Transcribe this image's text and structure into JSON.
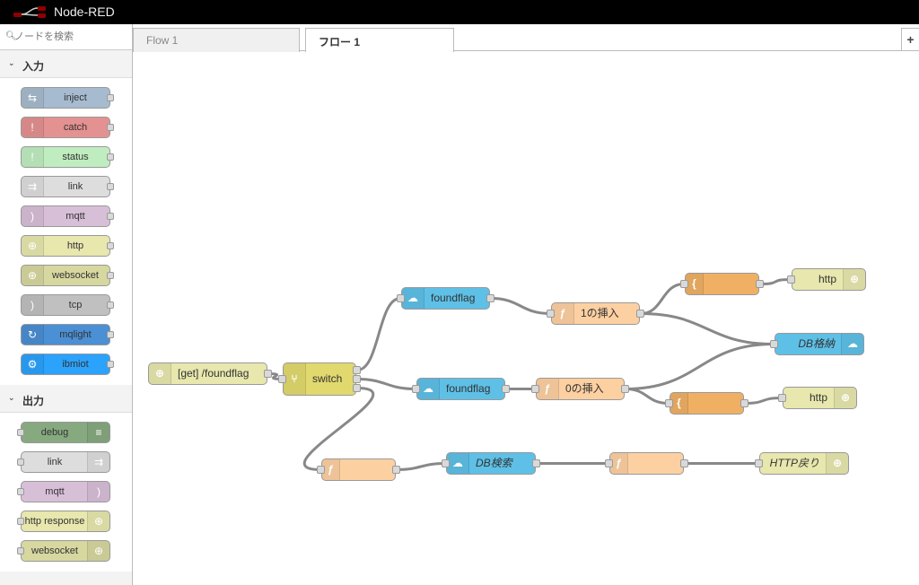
{
  "header": {
    "title": "Node-RED"
  },
  "palette": {
    "search_placeholder": "ノードを検索",
    "categories": [
      {
        "label": "入力",
        "nodes": [
          {
            "label": "inject",
            "color": "#a6bbcf",
            "icon": "inject-icon",
            "glyph": "⇆"
          },
          {
            "label": "catch",
            "color": "#e49191",
            "icon": "alert-icon",
            "glyph": "!"
          },
          {
            "label": "status",
            "color": "#c0edc0",
            "icon": "alert-icon",
            "glyph": "!"
          },
          {
            "label": "link",
            "color": "#dddddd",
            "icon": "link-icon",
            "glyph": "⇉"
          },
          {
            "label": "mqtt",
            "color": "#d8bfd8",
            "icon": "bridge-icon",
            "glyph": ")"
          },
          {
            "label": "http",
            "color": "#e7e7ae",
            "icon": "white-globe-icon",
            "glyph": "⊕"
          },
          {
            "label": "websocket",
            "color": "#d7d7a0",
            "icon": "white-globe-icon",
            "glyph": "⊕"
          },
          {
            "label": "tcp",
            "color": "#c0c0c0",
            "icon": "bridge-icon",
            "glyph": ")"
          },
          {
            "label": "mqlight",
            "color": "#4b8fd4",
            "icon": "mqlight-icon",
            "glyph": "↻"
          },
          {
            "label": "ibmiot",
            "color": "#2ba2fc",
            "icon": "ibmiot-icon",
            "glyph": "⚙"
          }
        ]
      },
      {
        "label": "出力",
        "nodes": [
          {
            "label": "debug",
            "color": "#87a980",
            "icon": "debug-icon",
            "glyph": "≡"
          },
          {
            "label": "link",
            "color": "#dddddd",
            "icon": "link-icon",
            "glyph": "⇉"
          },
          {
            "label": "mqtt",
            "color": "#d8bfd8",
            "icon": "bridge-icon",
            "glyph": ")"
          },
          {
            "label": "http response",
            "color": "#e7e7ae",
            "icon": "white-globe-icon",
            "glyph": "⊕"
          },
          {
            "label": "websocket",
            "color": "#d7d7a0",
            "icon": "white-globe-icon",
            "glyph": "⊕"
          }
        ]
      }
    ]
  },
  "tabs": [
    {
      "label": "Flow 1",
      "active": false
    },
    {
      "label": "フロー 1",
      "active": true
    }
  ],
  "tab_add_label": "+",
  "flow": {
    "nodes": [
      {
        "id": "n_http_in",
        "label": "[get] /foundflag",
        "color": "#e7e7ae",
        "icon": "white-globe-icon",
        "glyph": "⊕",
        "italic": false
      },
      {
        "id": "n_switch",
        "label": "switch",
        "color": "#e2d96e",
        "icon": "switch-icon",
        "glyph": "⑂",
        "italic": false
      },
      {
        "id": "n_found1",
        "label": "foundflag",
        "color": "#5ec0e6",
        "icon": "cloudant-icon",
        "glyph": "☁",
        "italic": false
      },
      {
        "id": "n_ins1",
        "label": "1の挿入",
        "color": "#fdd0a2",
        "icon": "function-icon",
        "glyph": "ƒ",
        "italic": false
      },
      {
        "id": "n_tmpl1",
        "label": "",
        "color": "#f0b064",
        "icon": "template-icon",
        "glyph": "{",
        "italic": false
      },
      {
        "id": "n_resp1",
        "label": "http",
        "color": "#e7e7ae",
        "icon": "white-globe-icon",
        "glyph": "⊕",
        "italic": false
      },
      {
        "id": "n_db_store",
        "label": "DB格納",
        "color": "#5ec0e6",
        "icon": "cloudant-icon",
        "glyph": "☁",
        "italic": true
      },
      {
        "id": "n_found2",
        "label": "foundflag",
        "color": "#5ec0e6",
        "icon": "cloudant-icon",
        "glyph": "☁",
        "italic": false
      },
      {
        "id": "n_ins0",
        "label": "0の挿入",
        "color": "#fdd0a2",
        "icon": "function-icon",
        "glyph": "ƒ",
        "italic": false
      },
      {
        "id": "n_tmpl2",
        "label": "",
        "color": "#f0b064",
        "icon": "template-icon",
        "glyph": "{",
        "italic": false
      },
      {
        "id": "n_resp2",
        "label": "http",
        "color": "#e7e7ae",
        "icon": "white-globe-icon",
        "glyph": "⊕",
        "italic": false
      },
      {
        "id": "n_func3",
        "label": "",
        "color": "#fdd0a2",
        "icon": "function-icon",
        "glyph": "ƒ",
        "italic": false
      },
      {
        "id": "n_db_search",
        "label": "DB検索",
        "color": "#5ec0e6",
        "icon": "cloudant-icon",
        "glyph": "☁",
        "italic": true
      },
      {
        "id": "n_func4",
        "label": "",
        "color": "#fdd0a2",
        "icon": "function-icon",
        "glyph": "ƒ",
        "italic": false
      },
      {
        "id": "n_http_ret",
        "label": "HTTP戻り",
        "color": "#e7e7ae",
        "icon": "white-globe-icon",
        "glyph": "⊕",
        "italic": true
      }
    ],
    "wires": [
      [
        "n_http_in",
        "n_switch"
      ],
      [
        "n_switch",
        "n_found1"
      ],
      [
        "n_switch",
        "n_found2"
      ],
      [
        "n_switch",
        "n_func3"
      ],
      [
        "n_found1",
        "n_ins1"
      ],
      [
        "n_ins1",
        "n_tmpl1"
      ],
      [
        "n_ins1",
        "n_db_store"
      ],
      [
        "n_tmpl1",
        "n_resp1"
      ],
      [
        "n_found2",
        "n_ins0"
      ],
      [
        "n_ins0",
        "n_db_store"
      ],
      [
        "n_ins0",
        "n_tmpl2"
      ],
      [
        "n_tmpl2",
        "n_resp2"
      ],
      [
        "n_func3",
        "n_db_search"
      ],
      [
        "n_db_search",
        "n_func4"
      ],
      [
        "n_func4",
        "n_http_ret"
      ]
    ]
  }
}
